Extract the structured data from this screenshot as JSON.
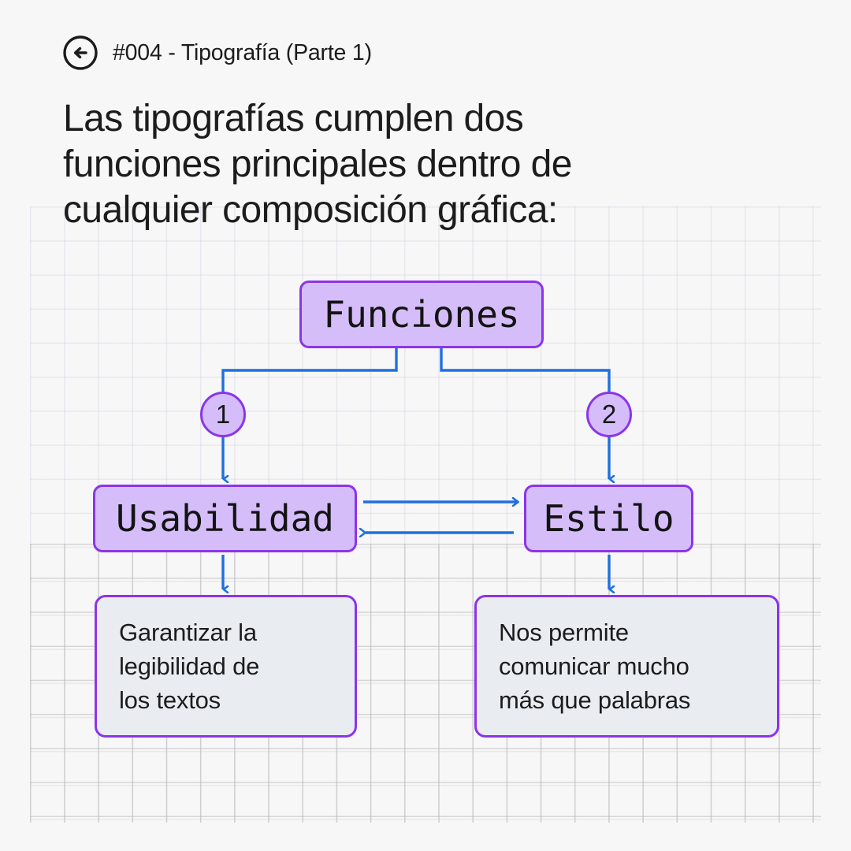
{
  "header": {
    "back_icon": "arrow-left-circle-icon",
    "title": "#004 - Tipografía (Parte 1)"
  },
  "heading": {
    "lines": [
      "Las tipografías cumplen dos",
      "funciones principales dentro de",
      "cualquier composición gráfica:"
    ]
  },
  "diagram": {
    "root": {
      "label": "Funciones"
    },
    "branches": [
      {
        "number": "1",
        "node_label": "Usabilidad",
        "description_lines": [
          "Garantizar la",
          "legibilidad de",
          "los textos"
        ]
      },
      {
        "number": "2",
        "node_label": "Estilo",
        "description_lines": [
          "Nos permite",
          "comunicar mucho",
          "más que palabras"
        ]
      }
    ]
  },
  "colors": {
    "background": "#f7f7f7",
    "node_fill": "#d5bdfa",
    "node_border": "#8b35e8",
    "description_fill": "#e9edf1",
    "connector": "#1f6fe0",
    "text": "#1c1c1c",
    "grid_line": "#c6c4d8"
  }
}
